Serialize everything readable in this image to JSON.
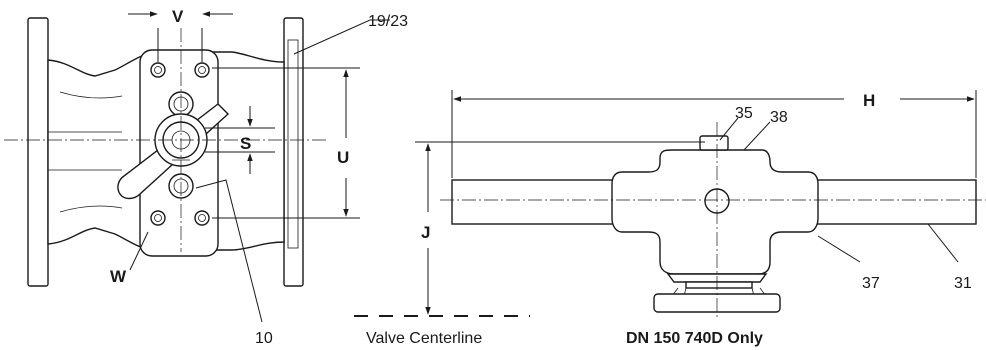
{
  "labels": {
    "v": "V",
    "u": "U",
    "s": "S",
    "w": "W",
    "h": "H",
    "j": "J",
    "p19_23": "19/23",
    "p10": "10",
    "p35": "35",
    "p38": "38",
    "p37": "37",
    "p31": "31"
  },
  "captions": {
    "valve_centerline": "Valve Centerline",
    "dn_note": "DN 150 740D Only"
  },
  "colors": {
    "line": "#1a1a1a",
    "background": "#ffffff"
  }
}
